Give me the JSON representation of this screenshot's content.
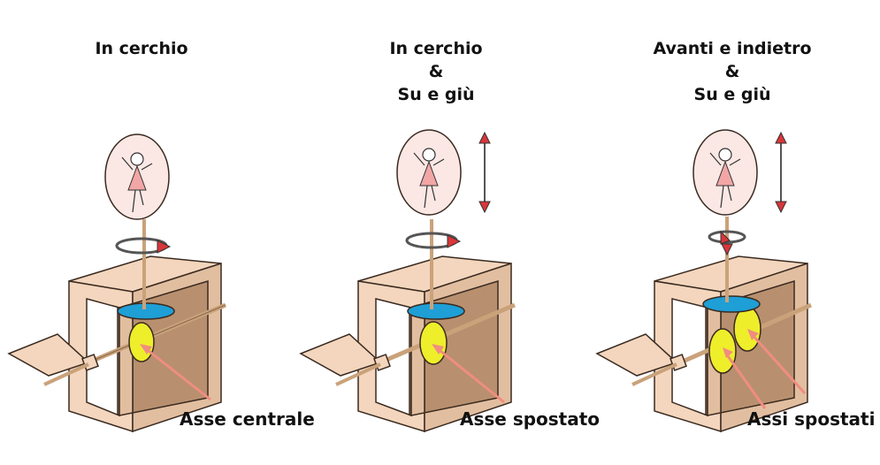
{
  "panels": [
    {
      "title_lines": [
        "In cerchio"
      ],
      "caption": "Asse centrale"
    },
    {
      "title_lines": [
        "In cerchio",
        "&",
        "Su e giù"
      ],
      "caption": "Asse spostato"
    },
    {
      "title_lines": [
        "Avanti e indietro",
        "&",
        "Su e giù"
      ],
      "caption": "Assi spostati"
    }
  ],
  "colors": {
    "box": "#f3d6bd",
    "box_dark": "#b8906f",
    "box_side": "#e2bea0",
    "disc_blue": "#1e9fd6",
    "cam_yellow": "#eeee2a",
    "arrow_red": "#d9363a",
    "pointer": "#f08d80",
    "bubble": "#fbe8e5",
    "dancer": "#f2a6a6"
  }
}
